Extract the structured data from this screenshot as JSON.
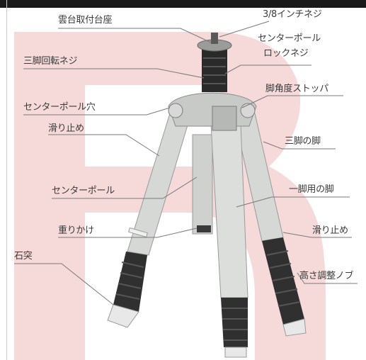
{
  "colors": {
    "background": "#ffffff",
    "top_bar": "#1a1a1a",
    "watermark_letter": "#f6dada",
    "leg_metal": "#d6d8d6",
    "grip_rubber": "#303030",
    "leader_line": "#7a7a7a",
    "label_text": "#3a3a3a"
  },
  "watermark": {
    "letter": "R"
  },
  "labels": {
    "pan_head_base": "雲台取付台座",
    "screw_3_8": "3/8インチネジ",
    "center_pole_lock_screw_line1": "センターポール",
    "center_pole_lock_screw_line2": "ロックネジ",
    "tripod_rotation_screw": "三脚回転ネジ",
    "leg_angle_stopper": "脚角度ストッパ",
    "center_pole_hole": "センターポール穴",
    "non_slip_left": "滑り止め",
    "tripod_leg": "三脚の脚",
    "center_pole": "センターポール",
    "monopod_leg": "一脚用の脚",
    "weight_hook": "重りかけ",
    "non_slip_right": "滑り止め",
    "stone_spike": "石突",
    "height_adjust_knob": "高さ調整ノブ"
  }
}
